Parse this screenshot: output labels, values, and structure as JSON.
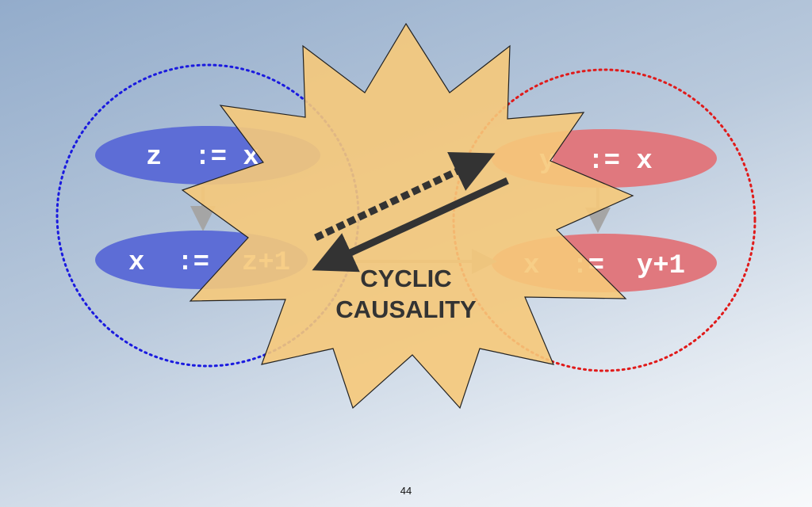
{
  "left_group": {
    "stmt1": "z  := x",
    "stmt2": "x  :=  z+1",
    "color": "#5d6dd6",
    "ring_color": "#1a1adf"
  },
  "right_group": {
    "stmt1": "y  := x",
    "stmt2": "x  :=  y+1",
    "color": "#e0787e",
    "ring_color": "#e01a1a"
  },
  "burst": {
    "line1": "CYCLIC",
    "line2": "CAUSALITY",
    "color": "#f6c97a"
  },
  "page_number": "44"
}
